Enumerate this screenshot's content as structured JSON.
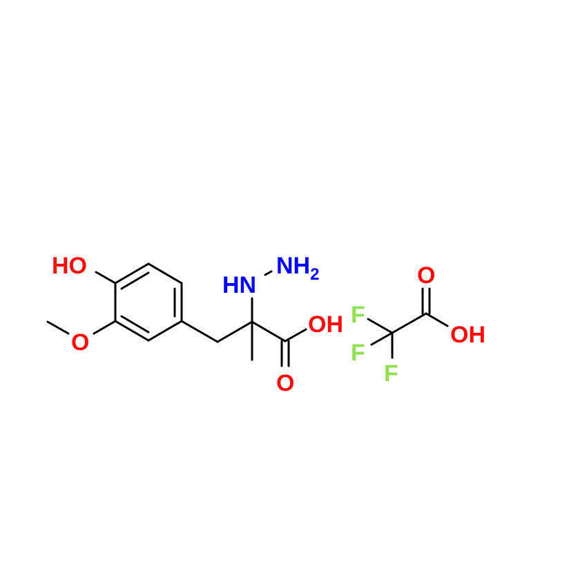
{
  "diagram": {
    "type": "chemical-structure",
    "components": [
      {
        "name": "3-(4-hydroxy-3-methoxyphenyl)-2-hydrazinyl-2-methylpropanoic acid",
        "labels": {
          "hydroxyl": "HO",
          "methoxy_o": "O",
          "hydrazine_nh": "HN",
          "hydrazine_nh2_n": "NH",
          "hydrazine_nh2_sub": "2",
          "acid_oh": "OH",
          "acid_o": "O"
        }
      },
      {
        "name": "trifluoroacetic acid",
        "labels": {
          "f1": "F",
          "f2": "F",
          "f3": "F",
          "acid_o": "O",
          "acid_oh": "OH"
        }
      }
    ],
    "colors": {
      "oxygen": "#ff0d0d",
      "nitrogen": "#0000ff",
      "fluorine": "#90e050",
      "bond": "#000000",
      "background": "#ffffff"
    }
  }
}
